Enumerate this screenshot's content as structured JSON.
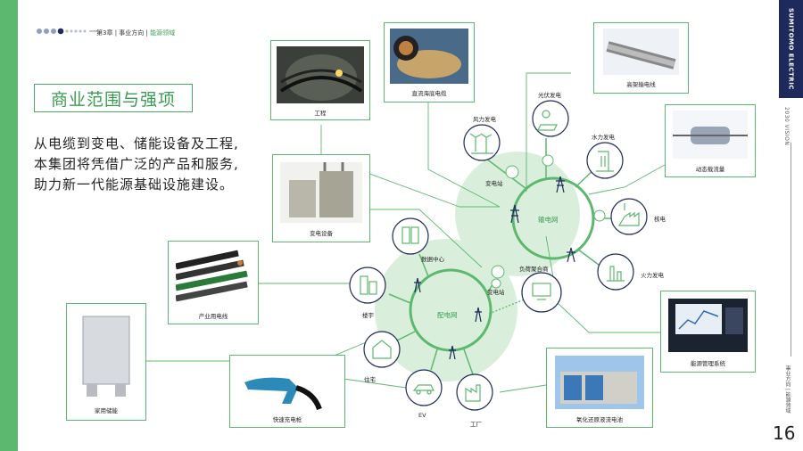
{
  "header": {
    "dots": [
      "dot",
      "dot",
      "dot",
      "dot",
      "dot",
      "dot",
      "dot",
      "dot",
      "dot"
    ],
    "chapter": "第3章",
    "section": "事业方向",
    "sep": "|",
    "current": "能源领域"
  },
  "brand": "SUMITOMO ELECTRIC",
  "vision": "2030 VISION",
  "side_nav": "事业方向 | 能源领域",
  "page_number": "16",
  "title": "商业范围与强项",
  "description": [
    "从电缆到变电、储能设备及工程,",
    "本集团将凭借广泛的产品和服务,",
    "助力新一代能源基础设施建设。"
  ],
  "cards": {
    "engineering": "工程",
    "submarine": "直流海底电缆",
    "overhead": "高架输电线",
    "dynamic": "动态载流量",
    "substation_equipment": "变电设备",
    "industrial_cable": "产业用电线",
    "home_storage": "家用储能",
    "charging_gun": "快速充电枪",
    "redox_battery": "氧化还原液流电池",
    "energy_management": "能源管理系统"
  },
  "grid": {
    "transmission": "输电网",
    "distribution": "配电网",
    "substation_top": "变电站",
    "substation_mid": "变电站",
    "data_center": "数据中心",
    "load_aggregator": "负荷聚合商"
  },
  "nodes": {
    "wind": "风力发电",
    "solar": "光伏发电",
    "hydro": "水力发电",
    "nuclear": "核电",
    "thermal": "火力发电",
    "building": "楼宇",
    "home": "住宅",
    "ev": "EV",
    "factory": "工厂"
  },
  "colors": {
    "accent": "#5db86f",
    "dark_navy": "#1f2a5c",
    "circle_fill": "#d9efdc"
  }
}
